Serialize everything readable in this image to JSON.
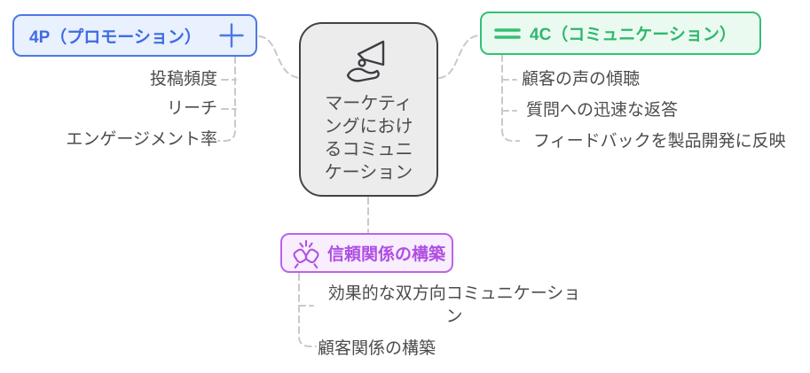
{
  "diagram": {
    "root": {
      "label": "マーケティングにおけるコミュニケーション",
      "icon": "megaphone-hand-icon"
    },
    "branches": [
      {
        "id": "4p",
        "label": "4P（プロモーション）",
        "icon": "plus-icon",
        "items": [
          "投稿頻度",
          "リーチ",
          "エンゲージメント率"
        ]
      },
      {
        "id": "4c",
        "label": "4C（コミュニケーション）",
        "icon": "equals-icon",
        "items": [
          "顧客の声の傾聴",
          "質問への迅速な返答",
          "フィードバックを製品開発に反映"
        ]
      },
      {
        "id": "trust",
        "label": "信頼関係の構築",
        "icon": "fist-bump-icon",
        "items": [
          "効果的な双方向コミュニケーション",
          "顧客関係の構築"
        ]
      }
    ]
  },
  "colors": {
    "node_blue_border": "#4b79e3",
    "node_blue_bg": "#e9f0fe",
    "node_blue_text": "#3d6ce2",
    "node_green_border": "#34c073",
    "node_green_bg": "#ebfaf1",
    "node_green_text": "#2eb86c",
    "node_purple_border": "#bd63e9",
    "node_purple_bg": "#f8eefd",
    "node_purple_text": "#b04fe3",
    "node_center_border": "#404348",
    "node_center_bg": "#ececec",
    "node_center_text": "#4a4d52",
    "connector": "#c9c9c9",
    "item_text": "#4c4c4c"
  }
}
